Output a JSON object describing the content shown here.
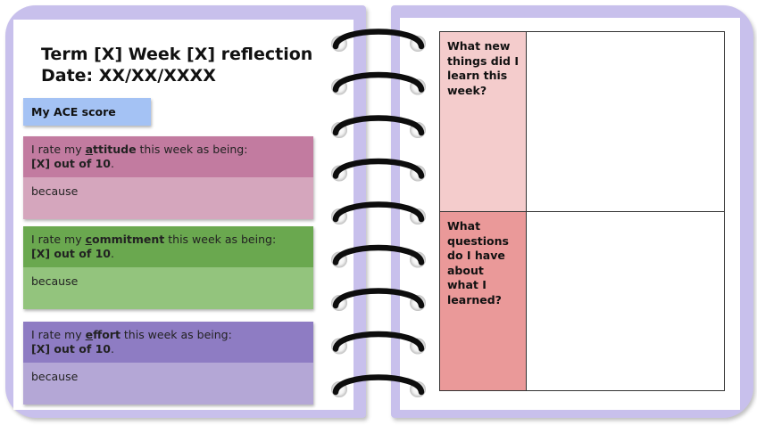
{
  "left_page": {
    "title_line1": "Term [X] Week [X] reflection",
    "title_line2": "Date: XX/XX/XXXX",
    "ace_label": "My ACE score",
    "ratings": [
      {
        "prefix": "I rate my ",
        "initial": "a",
        "rest": "ttitude",
        "suffix": " this week as being:",
        "score": "[X] out of 10",
        "period": ".",
        "because": "because",
        "head_color": "#c27ba0",
        "body_color": "#d5a6bd"
      },
      {
        "prefix": "I rate my ",
        "initial": "c",
        "rest": "ommitment",
        "suffix": " this week as being:",
        "score": "[X] out of 10",
        "period": ".",
        "because": "because",
        "head_color": "#6aa84f",
        "body_color": "#93c47d"
      },
      {
        "prefix": "I rate my ",
        "initial": "e",
        "rest": "ffort",
        "suffix": " this week as being:",
        "score": "[X] out of 10",
        "period": ".",
        "because": "because",
        "head_color": "#8e7cc3",
        "body_color": "#b4a7d6"
      }
    ]
  },
  "right_page": {
    "questions": [
      {
        "text": "What new things did I learn this week?",
        "answer": "",
        "color": "#f4cccc"
      },
      {
        "text": "What questions do I have about what I learned?",
        "answer": "",
        "color": "#ea9999"
      }
    ]
  },
  "binding": {
    "ring_count": 9,
    "ring_icon": "spiral-ring-icon"
  },
  "colors": {
    "page_frame": "#c8c0ec",
    "ace_badge": "#a4c2f4"
  }
}
